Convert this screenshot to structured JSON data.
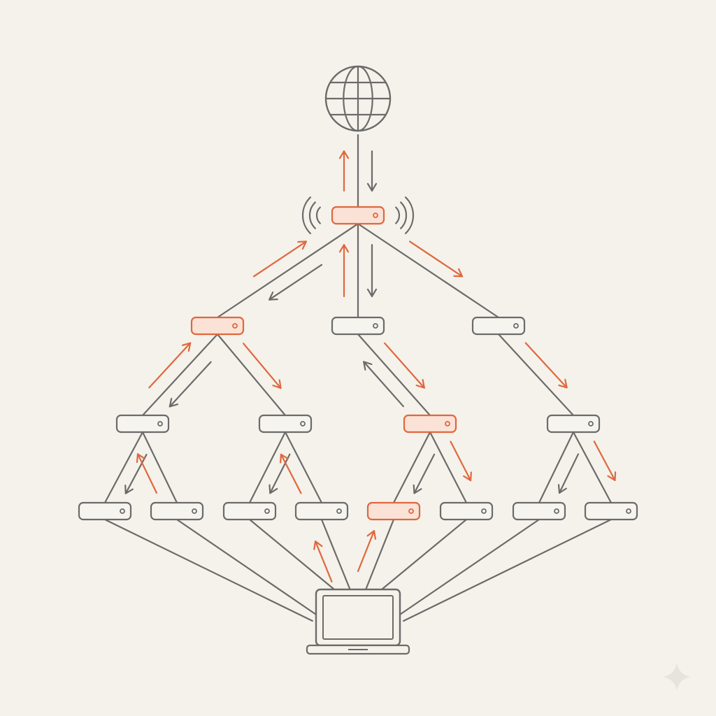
{
  "diagram": {
    "colors": {
      "background": "#f4f2ea",
      "stroke": "#6b6b6b",
      "accent": "#e0673f",
      "accent_fill": "#fbe2d6",
      "node_fill": "#f6f4ee",
      "sparkle": "#e6e4dc"
    },
    "nodes": [
      {
        "id": "internet",
        "icon": "globe-icon"
      },
      {
        "id": "gateway",
        "icon": "router-icon",
        "active": true,
        "broadcasting": true
      },
      {
        "id": "l1-left",
        "icon": "switch-icon",
        "active": true
      },
      {
        "id": "l1-mid",
        "icon": "switch-icon",
        "active": false
      },
      {
        "id": "l1-right",
        "icon": "switch-icon",
        "active": false
      },
      {
        "id": "l2-1",
        "icon": "switch-icon",
        "active": false
      },
      {
        "id": "l2-2",
        "icon": "switch-icon",
        "active": false
      },
      {
        "id": "l2-3",
        "icon": "switch-icon",
        "active": true
      },
      {
        "id": "l2-4",
        "icon": "switch-icon",
        "active": false
      },
      {
        "id": "l3-1",
        "icon": "switch-icon",
        "active": false
      },
      {
        "id": "l3-2",
        "icon": "switch-icon",
        "active": false
      },
      {
        "id": "l3-3",
        "icon": "switch-icon",
        "active": false
      },
      {
        "id": "l3-4",
        "icon": "switch-icon",
        "active": false
      },
      {
        "id": "l3-5",
        "icon": "switch-icon",
        "active": true
      },
      {
        "id": "l3-6",
        "icon": "switch-icon",
        "active": false
      },
      {
        "id": "l3-7",
        "icon": "switch-icon",
        "active": false
      },
      {
        "id": "l3-8",
        "icon": "switch-icon",
        "active": false
      },
      {
        "id": "client",
        "icon": "laptop-icon"
      }
    ],
    "edges": [
      {
        "from": "internet",
        "to": "gateway"
      },
      {
        "from": "gateway",
        "to": "l1-left"
      },
      {
        "from": "gateway",
        "to": "l1-mid"
      },
      {
        "from": "gateway",
        "to": "l1-right"
      },
      {
        "from": "l1-left",
        "to": "l2-1"
      },
      {
        "from": "l1-left",
        "to": "l2-2"
      },
      {
        "from": "l1-mid",
        "to": "l2-3"
      },
      {
        "from": "l1-right",
        "to": "l2-4"
      },
      {
        "from": "l2-1",
        "to": "l3-1"
      },
      {
        "from": "l2-1",
        "to": "l3-2"
      },
      {
        "from": "l2-2",
        "to": "l3-3"
      },
      {
        "from": "l2-2",
        "to": "l3-4"
      },
      {
        "from": "l2-3",
        "to": "l3-5"
      },
      {
        "from": "l2-3",
        "to": "l3-6"
      },
      {
        "from": "l2-4",
        "to": "l3-7"
      },
      {
        "from": "l2-4",
        "to": "l3-8"
      },
      {
        "from": "l3-1",
        "to": "client"
      },
      {
        "from": "l3-2",
        "to": "client"
      },
      {
        "from": "l3-3",
        "to": "client"
      },
      {
        "from": "l3-4",
        "to": "client"
      },
      {
        "from": "l3-5",
        "to": "client"
      },
      {
        "from": "l3-6",
        "to": "client"
      },
      {
        "from": "l3-7",
        "to": "client"
      },
      {
        "from": "l3-8",
        "to": "client"
      }
    ],
    "arrows": [
      {
        "edge": "internet-gateway",
        "direction": "down",
        "color": "stroke"
      },
      {
        "edge": "internet-gateway",
        "direction": "up",
        "color": "accent"
      },
      {
        "edge": "gateway-l1-left",
        "direction": "down",
        "color": "stroke"
      },
      {
        "edge": "gateway-l1-left",
        "direction": "up",
        "color": "accent"
      },
      {
        "edge": "gateway-l1-mid",
        "direction": "down",
        "color": "stroke"
      },
      {
        "edge": "gateway-l1-mid",
        "direction": "up",
        "color": "accent"
      },
      {
        "edge": "gateway-l1-right",
        "direction": "down",
        "color": "accent"
      },
      {
        "edge": "l1-left-l2-1",
        "direction": "down",
        "color": "stroke"
      },
      {
        "edge": "l1-left-l2-1",
        "direction": "up",
        "color": "accent"
      },
      {
        "edge": "l1-left-l2-2",
        "direction": "down",
        "color": "accent"
      },
      {
        "edge": "l1-mid-l2-3",
        "direction": "up",
        "color": "stroke"
      },
      {
        "edge": "l1-mid-l2-3",
        "direction": "down",
        "color": "accent"
      },
      {
        "edge": "l1-right-l2-4",
        "direction": "down",
        "color": "accent"
      },
      {
        "edge": "l2-1-l3-1",
        "direction": "down",
        "color": "stroke"
      },
      {
        "edge": "l2-1-l3-2",
        "direction": "up",
        "color": "accent"
      },
      {
        "edge": "l2-2-l3-3",
        "direction": "down",
        "color": "stroke"
      },
      {
        "edge": "l2-2-l3-4",
        "direction": "up",
        "color": "accent"
      },
      {
        "edge": "l2-3-l3-5",
        "direction": "down",
        "color": "stroke"
      },
      {
        "edge": "l2-3-l3-6",
        "direction": "down",
        "color": "accent"
      },
      {
        "edge": "l2-4-l3-7",
        "direction": "down",
        "color": "stroke"
      },
      {
        "edge": "l2-4-l3-8",
        "direction": "down",
        "color": "accent"
      },
      {
        "edge": "l3-4-client",
        "direction": "up",
        "color": "accent"
      },
      {
        "edge": "l3-5-client",
        "direction": "up",
        "color": "accent"
      }
    ]
  }
}
